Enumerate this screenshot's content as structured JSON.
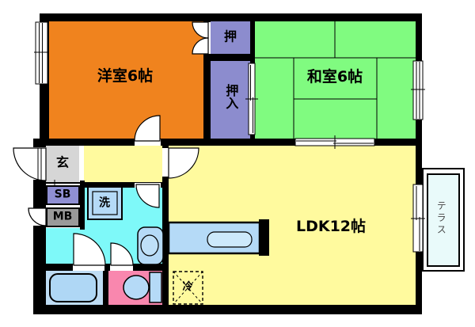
{
  "floorplan": {
    "rooms": {
      "western": {
        "label": "洋室6帖",
        "color": "#F0831E"
      },
      "japanese": {
        "label": "和室6帖",
        "color": "#80FB80"
      },
      "ldk": {
        "label": "LDK12帖",
        "color": "#FFFA9E"
      },
      "hallway": {
        "color": "#FFFA9E"
      },
      "closet_upper": {
        "label": "押",
        "color": "#8C8CCE"
      },
      "closet_lower": {
        "label": "押入",
        "color": "#8C8CCE"
      },
      "entrance": {
        "label": "玄",
        "color": "#D6D6D6"
      },
      "shoe_box": {
        "label": "SB",
        "color": "#8F8FD3"
      },
      "meter_box": {
        "label": "MB",
        "color": "#9A9A9A"
      },
      "washroom": {
        "color": "#7EF9F9"
      },
      "bathroom": {
        "color": "#BEDCF4"
      },
      "toilet_room": {
        "color": "#F987AE"
      },
      "terrace": {
        "label": "テラス",
        "color": "#E9FAFA"
      }
    },
    "fixtures": {
      "washing_machine_label": "洗",
      "refrigerator_label": "冷"
    },
    "colors": {
      "wall": "#000000",
      "fixture_blue": "#B5DAF7"
    }
  }
}
